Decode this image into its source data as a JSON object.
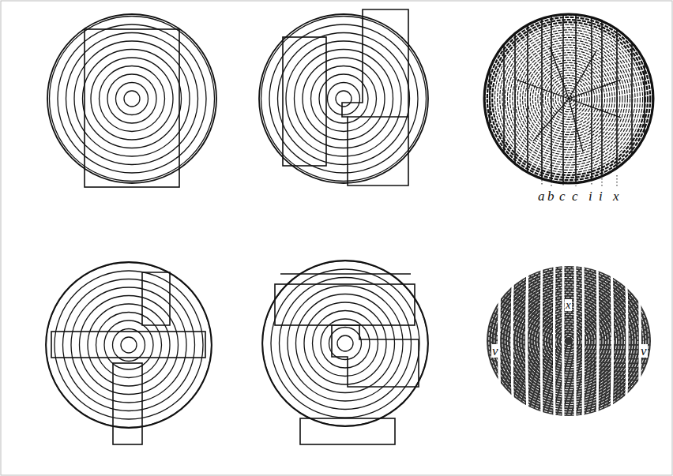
{
  "diagram": {
    "labels": [
      "a",
      "b",
      "c",
      "c",
      "i",
      "i",
      "x",
      "v",
      "x",
      "v"
    ]
  }
}
